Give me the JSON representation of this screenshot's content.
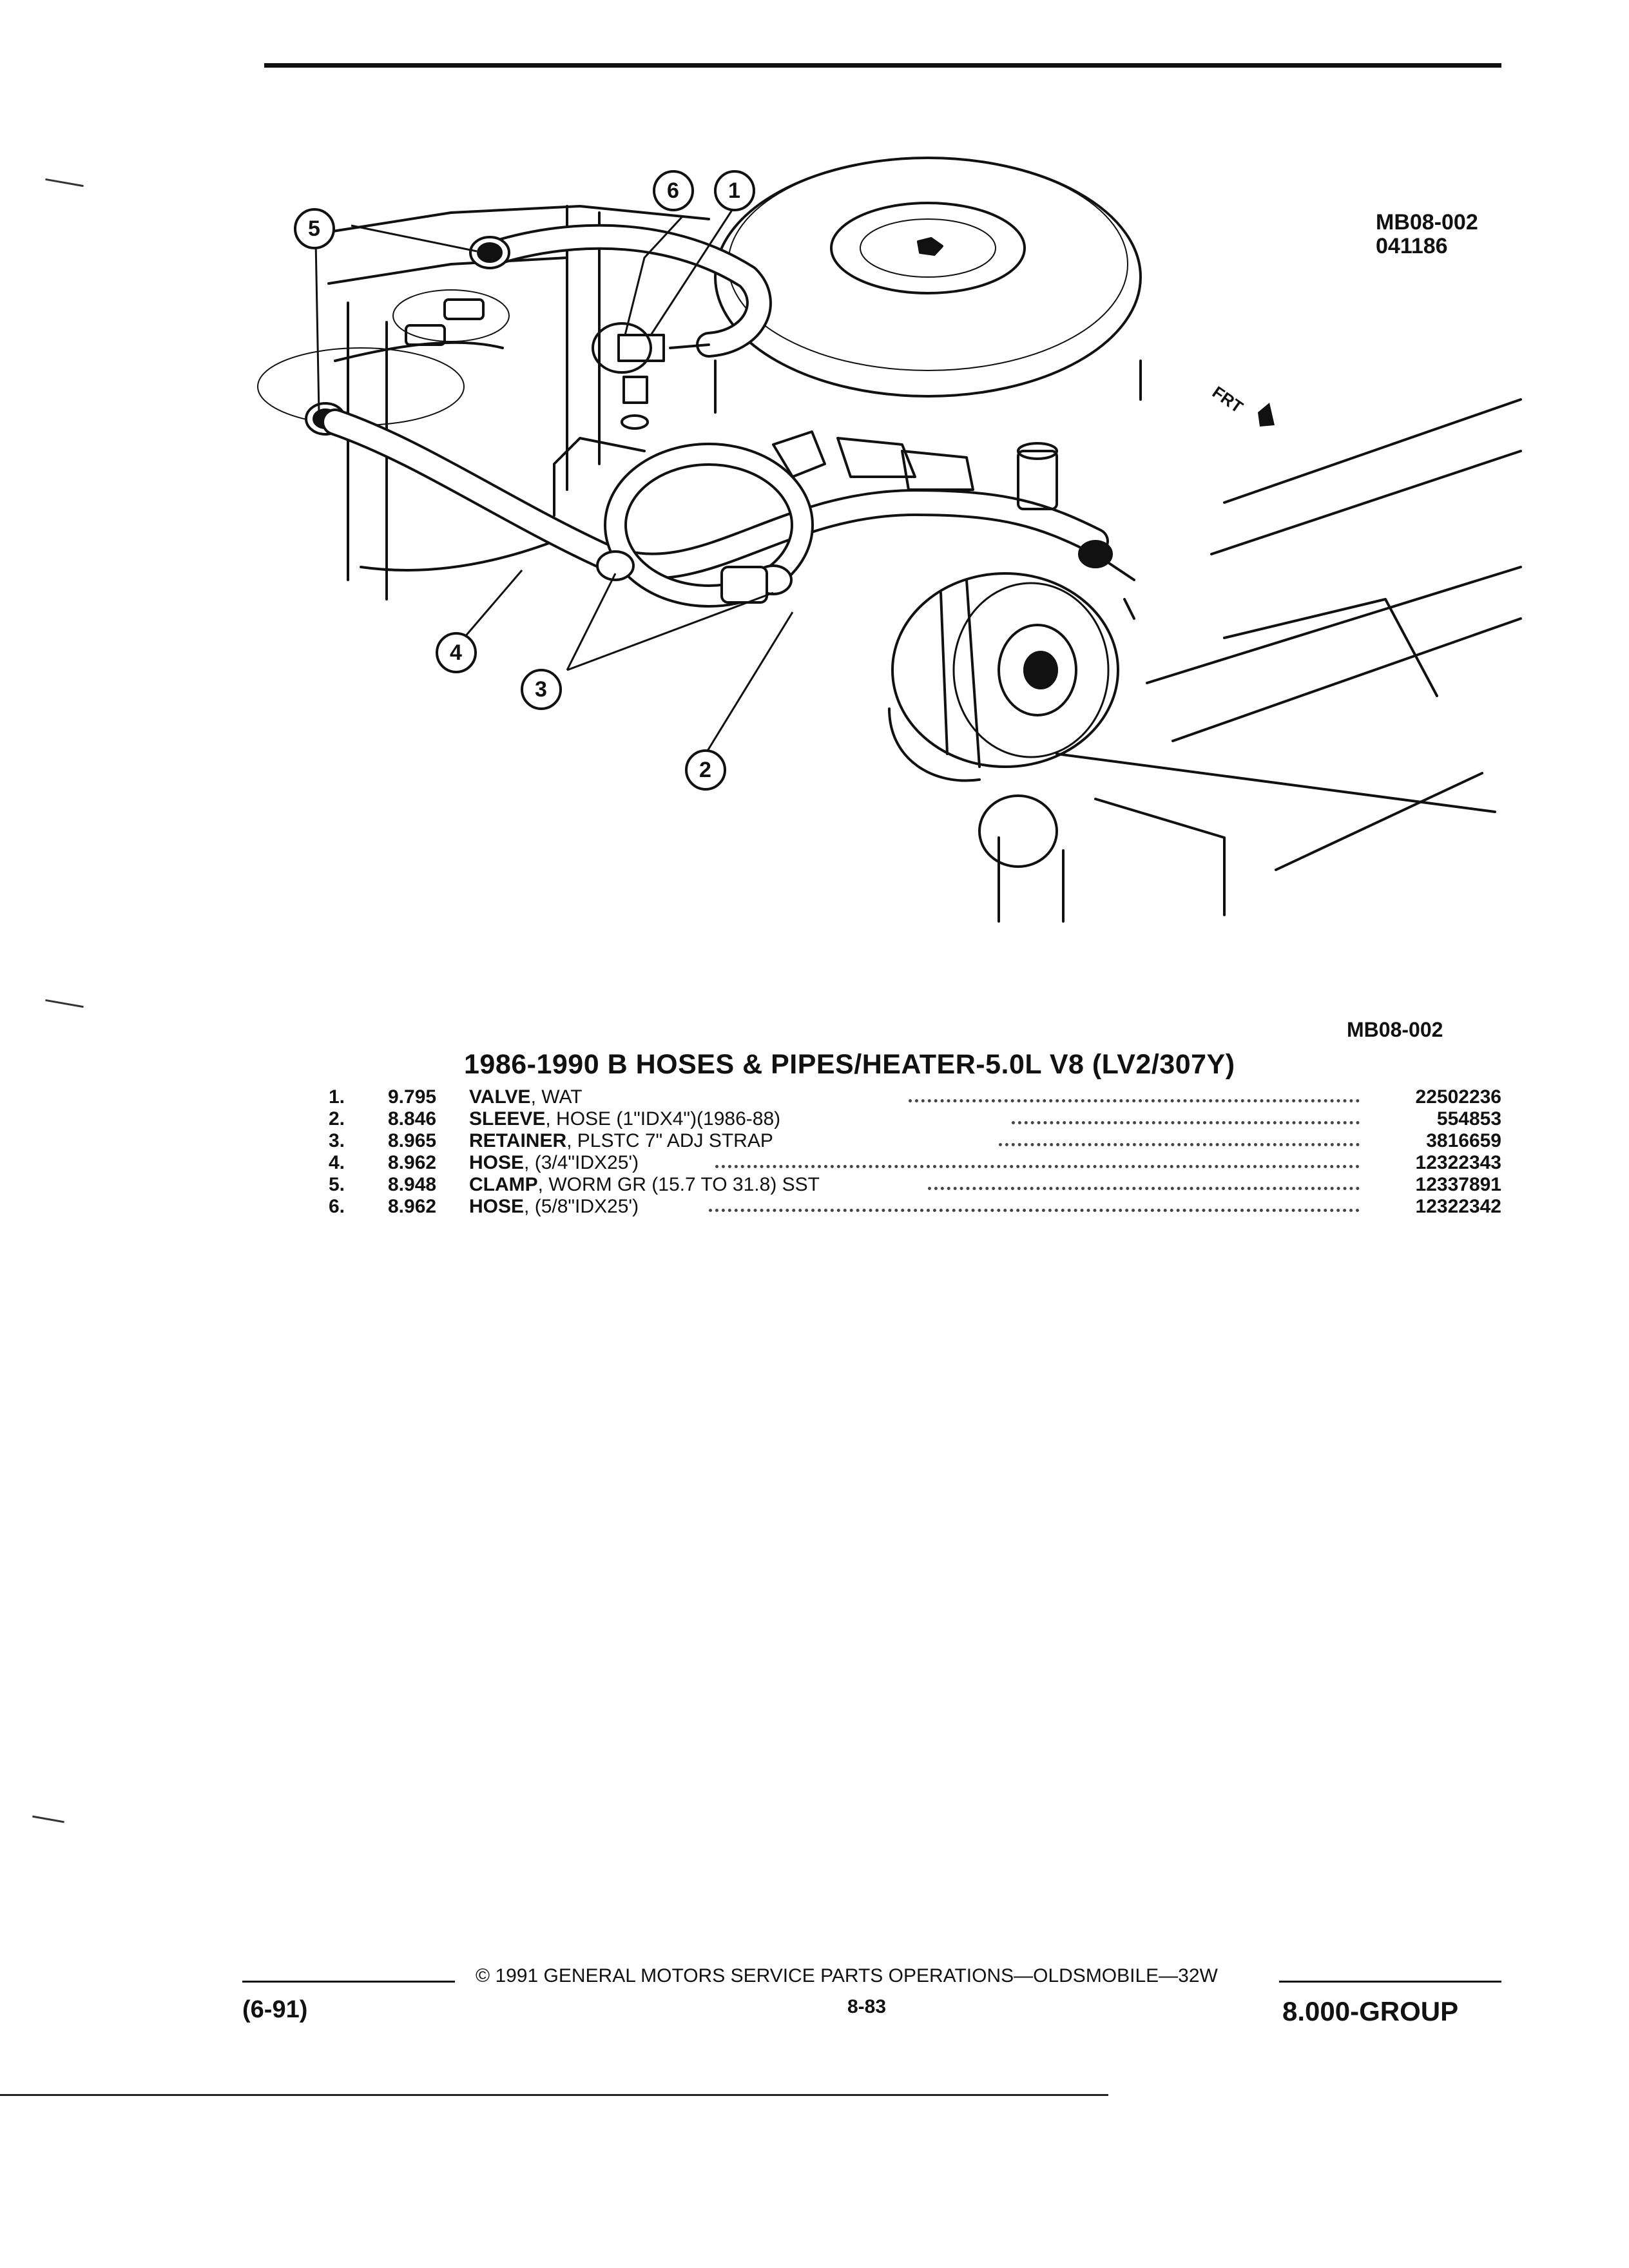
{
  "illustration": {
    "code": "MB08-002",
    "date_code": "041186",
    "direction_label": "FRT",
    "callouts": [
      "1",
      "2",
      "3",
      "4",
      "5",
      "6"
    ]
  },
  "caption_code": "MB08-002",
  "title": "1986-1990 B HOSES & PIPES/HEATER-5.0L V8 (LV2/307Y)",
  "parts": [
    {
      "num": "1.",
      "group": "9.795",
      "name": "VALVE",
      "desc": ", WAT",
      "part_no": "22502236"
    },
    {
      "num": "2.",
      "group": "8.846",
      "name": "SLEEVE",
      "desc": ", HOSE (1\"IDX4\")(1986-88)",
      "part_no": "554853"
    },
    {
      "num": "3.",
      "group": "8.965",
      "name": "RETAINER",
      "desc": ", PLSTC 7\" ADJ STRAP",
      "part_no": "3816659"
    },
    {
      "num": "4.",
      "group": "8.962",
      "name": "HOSE",
      "desc": ", (3/4\"IDX25')",
      "part_no": "12322343"
    },
    {
      "num": "5.",
      "group": "8.948",
      "name": "CLAMP",
      "desc": ", WORM GR (15.7 TO 31.8) SST",
      "part_no": "12337891"
    },
    {
      "num": "6.",
      "group": "8.962",
      "name": "HOSE",
      "desc": ", (5/8\"IDX25')",
      "part_no": "12322342"
    }
  ],
  "footer": {
    "date": "(6-91)",
    "copyright": "© 1991 GENERAL MOTORS SERVICE PARTS OPERATIONS—OLDSMOBILE—32W",
    "page": "8-83",
    "group": "8.000-GROUP"
  }
}
